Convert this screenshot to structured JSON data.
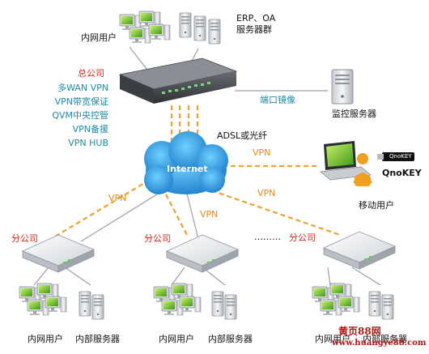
{
  "hq": {
    "title": "总公司",
    "features": [
      "多WAN VPN",
      "VPN带宽保证",
      "QVM中央控管",
      "VPN备援",
      "VPN HUB"
    ],
    "intranet_users": "内网用户",
    "server_group_line1": "ERP、OA",
    "server_group_line2": "服务器群",
    "port_mirror": "端口镜像",
    "monitor_server": "监控服务器"
  },
  "internet": {
    "label": "Internet",
    "link_label": "ADSL或光纤"
  },
  "vpn_labels": [
    "VPN",
    "VPN",
    "VPN",
    "VPN"
  ],
  "mobile": {
    "key_label": "QnoKEY",
    "key_device_text": "QnoKEY",
    "user_label": "移动用户"
  },
  "branches": [
    {
      "label": "分公司",
      "users": "内网用户",
      "servers": "内部服务器"
    },
    {
      "label": "分公司",
      "users": "内网用户",
      "servers": "内部服务器"
    },
    {
      "label": "分公司",
      "users": "内网用户",
      "servers": "内部服务器"
    }
  ],
  "branch_ellipsis": "………",
  "watermark": {
    "line1": "黄页88网",
    "line2": "www.huangye88.com"
  },
  "colors": {
    "vpn_dash": "#f0a030",
    "cloud": "#1e9ee0",
    "accent_text": "#1f8aa2",
    "branch_text": "#d22a1a"
  }
}
